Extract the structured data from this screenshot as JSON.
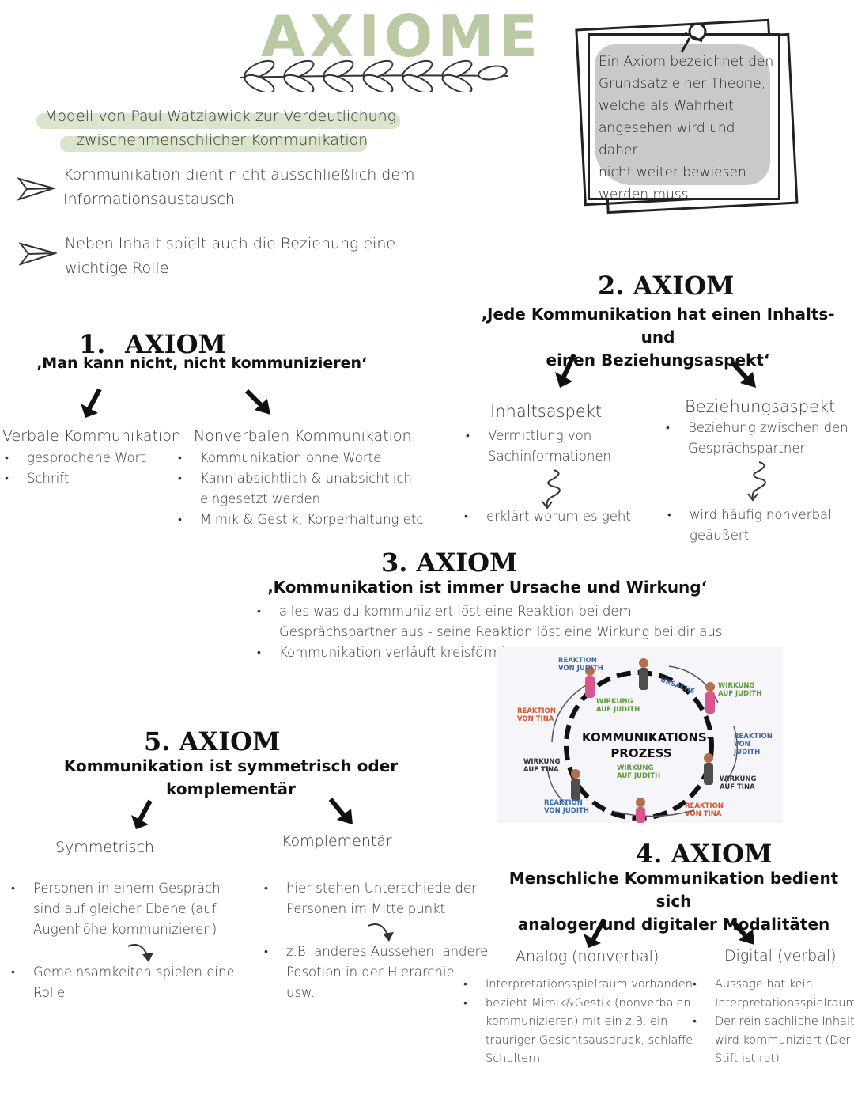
{
  "title": "AXIOME",
  "intro": {
    "highlight_line1": "Modell von Paul Watzlawick zur Verdeutlichung",
    "highlight_line2": "zwischenmenschlicher Kommunikation",
    "point1_line1": "Kommunikation dient nicht ausschließlich dem",
    "point1_line2": "Informationsaustausch",
    "point2_line1": "Neben Inhalt spielt auch die Beziehung eine",
    "point2_line2": "wichtige Rolle"
  },
  "note": {
    "line1": "Ein Axiom bezeichnet den",
    "line2": "Grundsatz einer Theorie,",
    "line3": "welche als Wahrheit",
    "line4": "angesehen wird und daher",
    "line5": "nicht weiter bewiesen",
    "line6": "werden muss."
  },
  "axiom1": {
    "number": "1.",
    "heading": "AXIOM",
    "quote": "‚Man kann nicht, nicht kommunizieren‘",
    "left_title": "Verbale Kommunikation",
    "left_items": [
      "gesprochene Wort",
      "Schrift"
    ],
    "right_title": "Nonverbalen Kommunikation",
    "right_item1": "Kommunikation ohne Worte",
    "right_item2_line1": "Kann absichtlich & unabsichtlich",
    "right_item2_line2": "eingesetzt werden",
    "right_item3": "Mimik & Gestik, Körperhaltung etc"
  },
  "axiom2": {
    "heading": "2. AXIOM",
    "quote_line1": "‚Jede Kommunikation hat einen Inhalts- und",
    "quote_line2": "einen Beziehungsaspekt‘",
    "left_title": "Inhaltsaspekt",
    "left_item1_line1": "Vermittlung von",
    "left_item1_line2": "Sachinformationen",
    "left_item2": "erklärt worum es geht",
    "right_title": "Beziehungsaspekt",
    "right_item1_line1": "Beziehung zwischen den",
    "right_item1_line2": "Gesprächspartner",
    "right_item2_line1": "wird häufig nonverbal",
    "right_item2_line2": "geäußert"
  },
  "axiom3": {
    "heading": "3. AXIOM",
    "quote": "‚Kommunikation ist immer Ursache und Wirkung‘",
    "item1_line1": "alles was du kommuniziert löst eine Reaktion bei dem",
    "item1_line2": "Gesprächspartner aus - seine Reaktion löst eine Wirkung bei dir aus",
    "item2": "Kommunikation verläuft kreisförmi"
  },
  "diagram": {
    "center_line1": "KOMMUNIKATIONS-",
    "center_line2": "PROZESS",
    "labels": {
      "reaktion_judith_top": "REAKTION VON JUDITH",
      "ursache": "URSACHE",
      "wirkung_judith_right": "WIRKUNG AUF JUDITH",
      "reaktion_tina_left": "REAKTION VON TINA",
      "wirkung_judith_inner_top": "WIRKUNG AUF JUDITH",
      "reaktion_judith_right": "REAKTION VON JUDITH",
      "wirkung_tina_left": "WIRKUNG AUF TINA",
      "wirkung_judith_inner_bottom": "WIRKUNG AUF JUDITH",
      "wirkung_tina_right": "WIRKUNG AUF TINA",
      "reaktion_judith_bottom": "REAKTION VON JUDITH",
      "reaktion_tina_bottom": "REAKTION VON TINA"
    },
    "colors": {
      "reaktion": "#3b6aa8",
      "wirkung": "#5c9a3a",
      "tina": "#d2552e"
    }
  },
  "axiom4": {
    "heading": "4. AXIOM",
    "quote_line1": "Menschliche Kommunikation bedient sich",
    "quote_line2": "analoger und digitaler Modalitäten",
    "left_title": "Analog (nonverbal)",
    "left_item1": "Interpretationsspielraum vorhanden",
    "left_item2_line1": "bezieht Mimik&Gestik (nonverbalen",
    "left_item2_line2": "kommunizieren)  mit ein z.B. ein",
    "left_item2_line3": "trauriger Gesichtsausdruck, schlaffe",
    "left_item2_line4": "Schultern",
    "right_title": "Digital (verbal)",
    "right_item1_line1": "Aussage hat kein",
    "right_item1_line2": "Interpretationsspielraum",
    "right_item2_line1": "Der rein sachliche Inhalt",
    "right_item2_line2": "wird kommuniziert (Der",
    "right_item2_line3": "Stift ist rot)"
  },
  "axiom5": {
    "heading": "5. AXIOM",
    "quote_line1": "Kommunikation ist symmetrisch oder",
    "quote_line2": "komplementär",
    "left_title": "Symmetrisch",
    "left_item1_line1": "Personen in einem Gespräch",
    "left_item1_line2": "sind auf gleicher Ebene (auf",
    "left_item1_line3": "Augenhöhe kommunizieren)",
    "left_item2_line1": "Gemeinsamkeiten spielen eine",
    "left_item2_line2": "Rolle",
    "right_title": "Komplementär",
    "right_item1_line1": "hier stehen Unterschiede der",
    "right_item1_line2": "Personen im Mittelpunkt",
    "right_item2_line1": "z.B. anderes Aussehen, andere",
    "right_item2_line2": "Posotion in der Hierarchie",
    "right_item2_line3": "usw."
  },
  "accent_color": "#b9c9a4"
}
